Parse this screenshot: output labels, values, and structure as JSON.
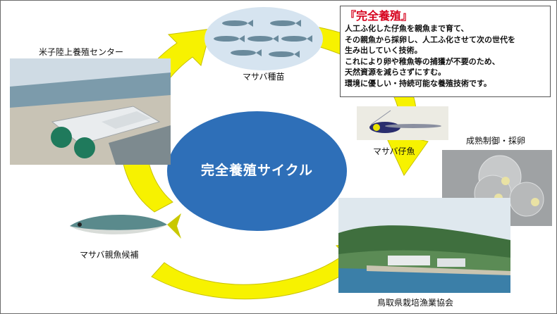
{
  "center": {
    "title": "完全養殖サイクル"
  },
  "info_box": {
    "title": "『完全養殖』",
    "lines": [
      "人工ふ化した仔魚を親魚まで育て、",
      "その親魚から採卵し、人工ふ化させて次の世代を",
      "生み出していく技術。",
      "これにより卵や稚魚等の捕獲が不要のため、",
      "天然資源を減らさずにすむ。",
      "環境に優しい・持続可能な養殖技術です。"
    ]
  },
  "labels": {
    "land_center": "米子陸上養殖センター",
    "juvenile": "マサバ種苗",
    "larva": "マサバ仔魚",
    "maturation": "成熟制御・採卵",
    "broodstock": "マサバ親魚候補",
    "association": "鳥取県栽培漁業協会"
  },
  "colors": {
    "arrow": "#f7f200",
    "arrow_edge": "#b8b000",
    "circle": "#2e6fb8",
    "title_red": "#d6001c"
  }
}
